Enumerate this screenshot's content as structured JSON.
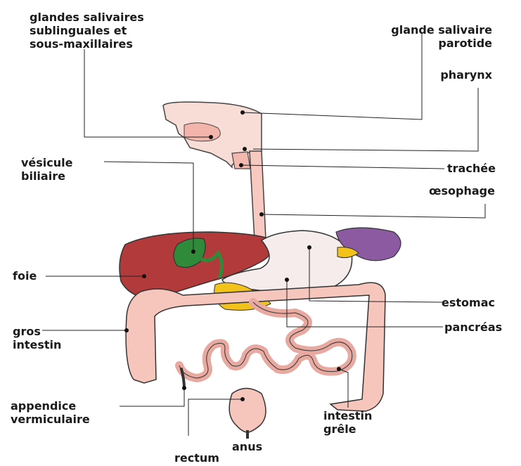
{
  "labels": {
    "glandes_sublinguales": "glandes salivaires\nsublinguales et\nsous-maxillaires",
    "glande_parotide": "glande salivaire\nparotide",
    "pharynx": "pharynx",
    "vesicule": "vésicule\nbiliaire",
    "trachee": "trachée",
    "oesophage": "œsophage",
    "foie": "foie",
    "estomac": "estomac",
    "gros_intestin": "gros\nintestin",
    "pancreas": "pancréas",
    "appendice": "appendice\nvermiculaire",
    "intestin_grele": "intestin\ngrêle",
    "anus": "anus",
    "rectum": "rectum"
  },
  "colors": {
    "liver": "#b23a3a",
    "gallbladder": "#2f8a3a",
    "stomach": "#f6ecec",
    "pancreas": "#f2c21a",
    "spleen": "#8c5aa0",
    "intestine": "#f6c6bd",
    "outline": "#333333"
  }
}
